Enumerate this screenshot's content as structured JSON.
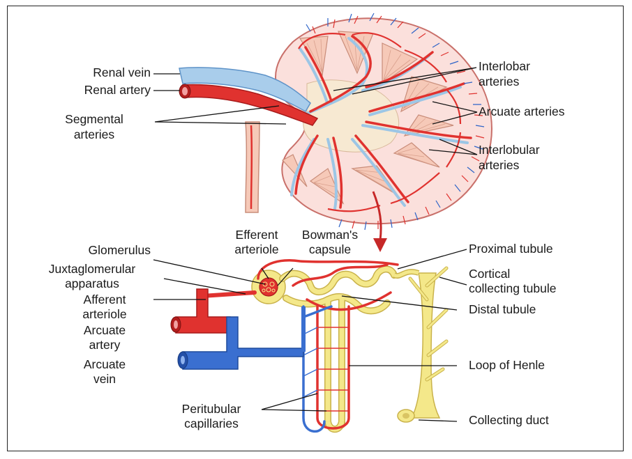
{
  "colors": {
    "artery": "#e0322f",
    "artery_dark": "#a81b1b",
    "vein": "#3a6fd0",
    "vein_light": "#a9cdeb",
    "tubule": "#f4e88a",
    "tubule_dark": "#c9b24a",
    "cortex": "#fbe0dc",
    "medulla": "#f6c9b8"
  },
  "kidney": {
    "renal_vein": "Renal vein",
    "renal_artery": "Renal artery",
    "segmental_1": "Segmental",
    "segmental_2": "arteries",
    "interlobar_1": "Interlobar",
    "interlobar_2": "arteries",
    "arcuate": "Arcuate arteries",
    "interlobular_1": "Interlobular",
    "interlobular_2": "arteries"
  },
  "nephron": {
    "efferent_1": "Efferent",
    "efferent_2": "arteriole",
    "bowman_1": "Bowman's",
    "bowman_2": "capsule",
    "glomerulus": "Glomerulus",
    "jga_1": "Juxtaglomerular",
    "jga_2": "apparatus",
    "afferent_1": "Afferent",
    "afferent_2": "arteriole",
    "arcuate_artery_1": "Arcuate",
    "arcuate_artery_2": "artery",
    "arcuate_vein_1": "Arcuate",
    "arcuate_vein_2": "vein",
    "peritubular_1": "Peritubular",
    "peritubular_2": "capillaries",
    "proximal": "Proximal tubule",
    "cortical_1": "Cortical",
    "cortical_2": "collecting tubule",
    "distal": "Distal tubule",
    "loop": "Loop of Henle",
    "collecting": "Collecting duct"
  }
}
